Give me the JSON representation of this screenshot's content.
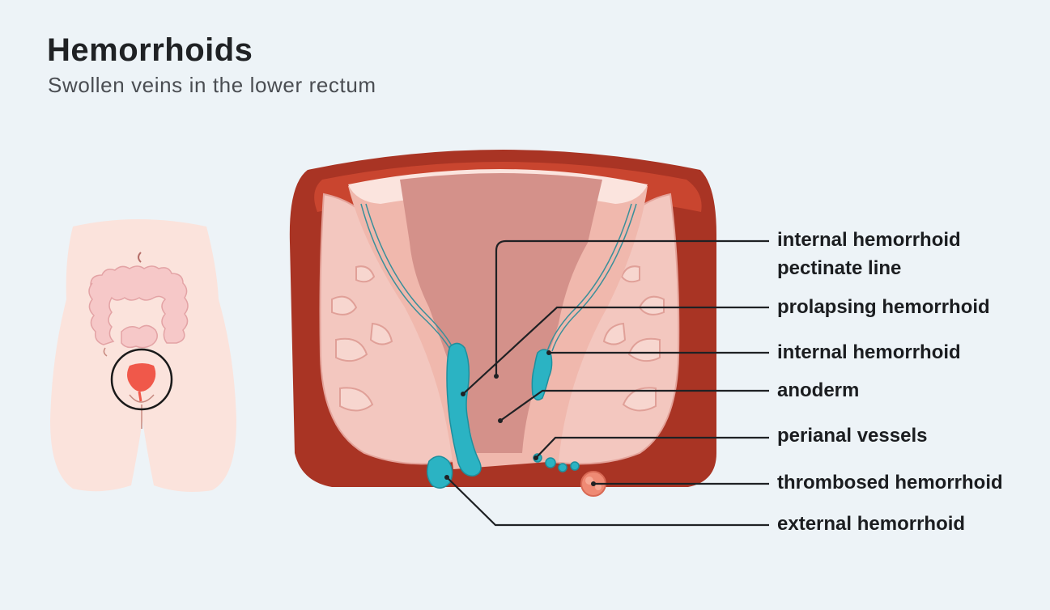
{
  "header": {
    "title": "Hemorrhoids",
    "subtitle": "Swollen veins in the lower rectum"
  },
  "labels": [
    {
      "id": "internal-hemorrhoid-top",
      "text": "internal hemorrhoid"
    },
    {
      "id": "pectinate-line",
      "text": "pectinate line"
    },
    {
      "id": "prolapsing-hemorrhoid",
      "text": "prolapsing hemorrhoid"
    },
    {
      "id": "internal-hemorrhoid",
      "text": "internal hemorrhoid"
    },
    {
      "id": "anoderm",
      "text": "anoderm"
    },
    {
      "id": "perianal-vessels",
      "text": "perianal vessels"
    },
    {
      "id": "thrombosed-hemorrhoid",
      "text": "thrombosed hemorrhoid"
    },
    {
      "id": "external-hemorrhoid",
      "text": "external hemorrhoid"
    }
  ],
  "colors": {
    "background": "#edf3f7",
    "muscle_dark": "#a93424",
    "muscle_light": "#c9452f",
    "tissue_pink": "#f3c7bf",
    "canal": "#d4918a",
    "hemorrhoid_teal": "#2bb3c3",
    "thrombosed": "#ef8a74",
    "body_skin": "#fbe3dc",
    "highlight_red": "#f0584a"
  }
}
